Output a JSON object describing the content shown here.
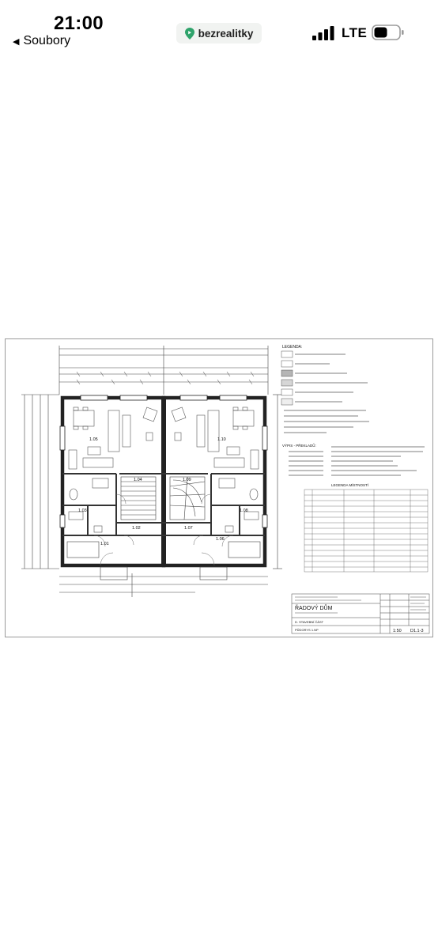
{
  "status": {
    "time": "21:00",
    "back_label": "Soubory",
    "network": "LTE",
    "app_pill": "bezrealitky",
    "icons": {
      "app": "bezrealitky-logo-icon",
      "signal": "cellular-signal-icon",
      "battery": "battery-icon"
    },
    "accent": "#2fa36b"
  },
  "drawing": {
    "legend_title": "LEGENDA:",
    "vypis_title": "VÝPIS - PŘEKLADŮ:",
    "rooms_title": "LEGENDA MÍSTNOSTÍ",
    "rooms": {
      "r105": "1.05",
      "r110": "1.10",
      "r104": "1.04",
      "r109": "1.09",
      "r103": "1.03",
      "r108": "1.08",
      "r102": "1.02",
      "r107": "1.07",
      "r101": "1.01",
      "r106": "1.06"
    },
    "title_block": {
      "project": "ŘADOVÝ DŮM",
      "part": "D. STAVEBNÍ ČÁST",
      "sheet": "PŮDORYS 1.NP",
      "scale": "1:50",
      "number": "D1.1-3"
    }
  }
}
